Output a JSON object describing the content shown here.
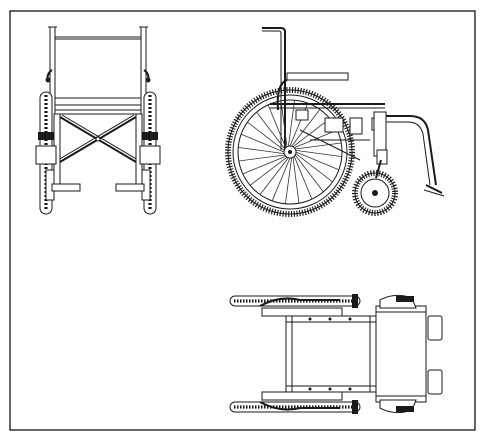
{
  "drawing": {
    "border_color": "#000000",
    "line_color": "#1a1a1a",
    "background": "#ffffff",
    "views": [
      {
        "name": "front-view"
      },
      {
        "name": "side-view"
      },
      {
        "name": "top-view"
      }
    ]
  }
}
